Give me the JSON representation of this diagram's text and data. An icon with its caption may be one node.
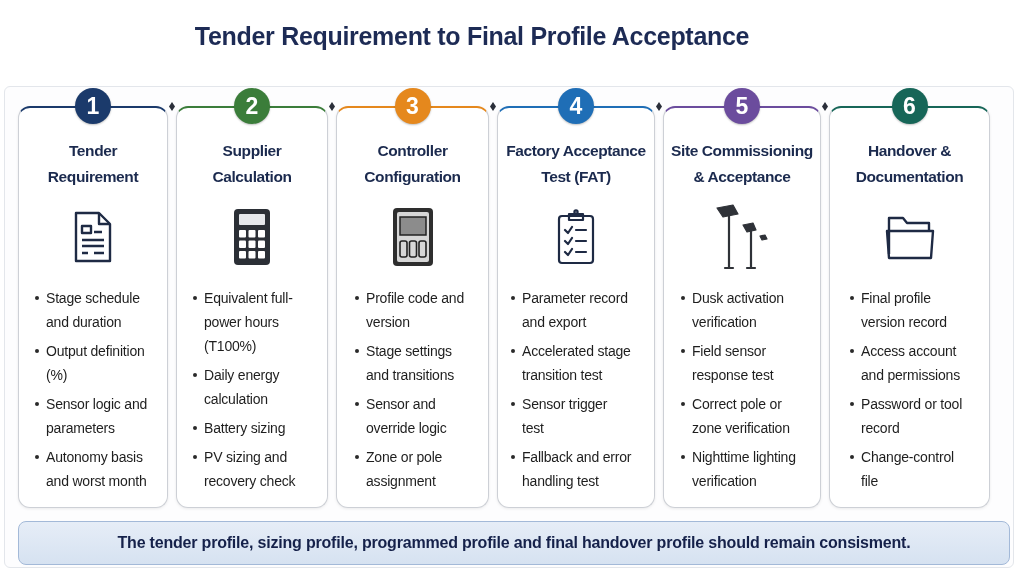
{
  "diagram": {
    "title": "Tender Requirement to Final Profile Acceptance",
    "nodes": [
      {
        "text": [
          "1",
          "Tender Requirement",
          "Stage schedule and duration",
          "Output definition (%)",
          "Sensor logic and parameters",
          "Autonomy basis and worst month"
        ]
      },
      {
        "text": [
          "2",
          "Supplier Calculation",
          "Equivalent full-power hours (T100%)",
          "Daily energy calculation",
          "Battery sizing",
          "PV sizing and recovery check"
        ]
      },
      {
        "text": [
          "3",
          "Controller Configuration",
          "Profile code and version",
          "Stage settings and transitions",
          "Sensor and override logic",
          "Zone or pole assignment"
        ]
      },
      {
        "text": [
          "4",
          "Factory Acceptance Test (FAT)",
          "Parameter record and export",
          "Accelerated stage transition test",
          "Sensor trigger test",
          "Fallback and error handling test"
        ]
      },
      {
        "text": [
          "5",
          "Site Commissioning & Acceptance",
          "Dusk activation verification",
          "Field sensor response test",
          "Correct pole or zone verification",
          "Nighttime lighting verification"
        ]
      },
      {
        "text": [
          "6",
          "Handover & Documentation",
          "Final profile version record",
          "Access account and permissions",
          "Password or tool record",
          "Change-control file"
        ]
      },
      {
        "text": [
          "The tender profile, sizing profile, programmed profile and final handover profile should remain consisment."
        ]
      }
    ]
  }
}
